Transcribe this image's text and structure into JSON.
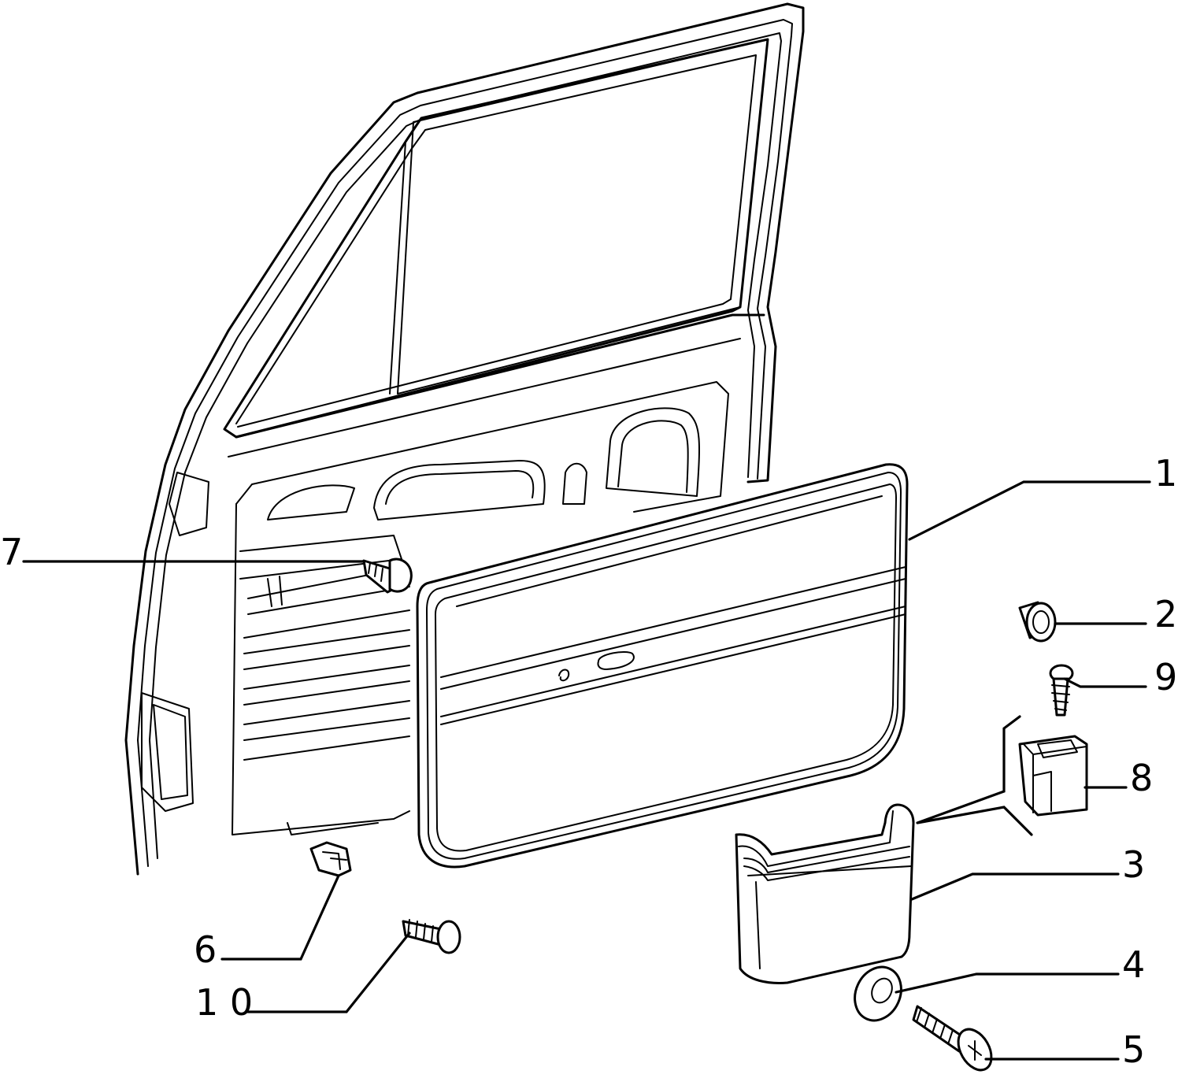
{
  "diagram": {
    "callouts": [
      {
        "id": "1",
        "text": "1"
      },
      {
        "id": "2",
        "text": "2"
      },
      {
        "id": "3",
        "text": "3"
      },
      {
        "id": "4",
        "text": "4"
      },
      {
        "id": "5",
        "text": "5"
      },
      {
        "id": "6",
        "text": "6"
      },
      {
        "id": "7",
        "text": "7"
      },
      {
        "id": "8",
        "text": "8"
      },
      {
        "id": "9",
        "text": "9"
      },
      {
        "id": "10",
        "text": "1 0"
      }
    ],
    "colors": {
      "line": "#000000",
      "background": "#ffffff"
    }
  }
}
